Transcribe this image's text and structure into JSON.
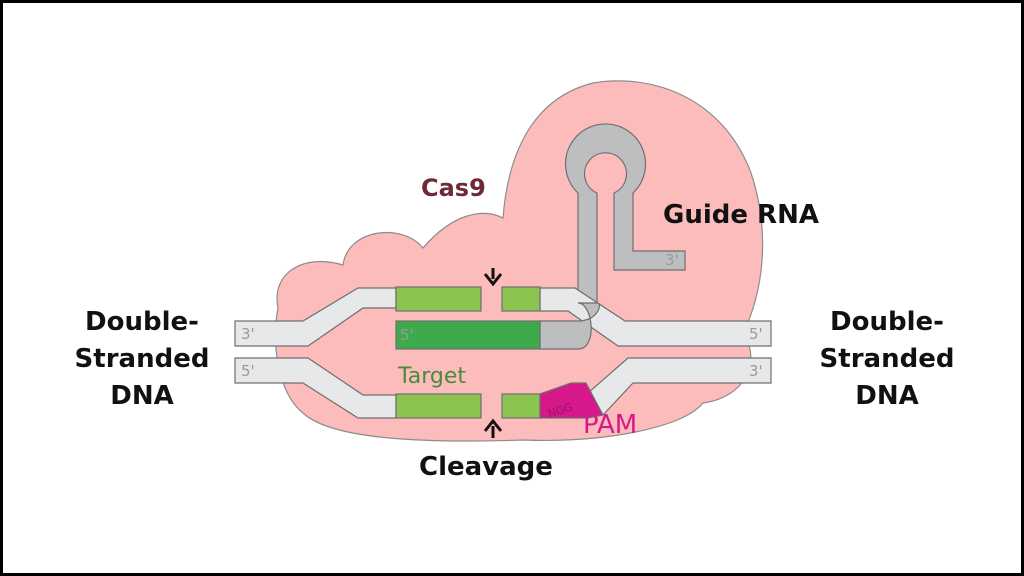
{
  "colors": {
    "cas9_fill": "#fdbcbc",
    "cas9_label": "#6e2a36",
    "dna_strand": "#e7e8ea",
    "target_green": "#8cc451",
    "guide_green": "#3faa4c",
    "guide_rna_gray": "#bdbec0",
    "pam_magenta": "#d6188a",
    "target_label": "#4a8a3a",
    "text_dark": "#111111",
    "end_label": "#9a9a9a"
  },
  "labels": {
    "cas9": "Cas9",
    "guide_rna": "Guide RNA",
    "target": "Target",
    "pam": "PAM",
    "pam_sequence": "NGG",
    "cleavage": "Cleavage",
    "left_dna": [
      "Double-",
      "Stranded",
      "DNA"
    ],
    "right_dna": [
      "Double-",
      "Stranded",
      "DNA"
    ]
  },
  "strand_ends": {
    "left_top": "3'",
    "left_bottom": "5'",
    "right_top": "5'",
    "right_bottom": "3'",
    "guide_start": "5'",
    "guide_rna_end": "3'"
  }
}
